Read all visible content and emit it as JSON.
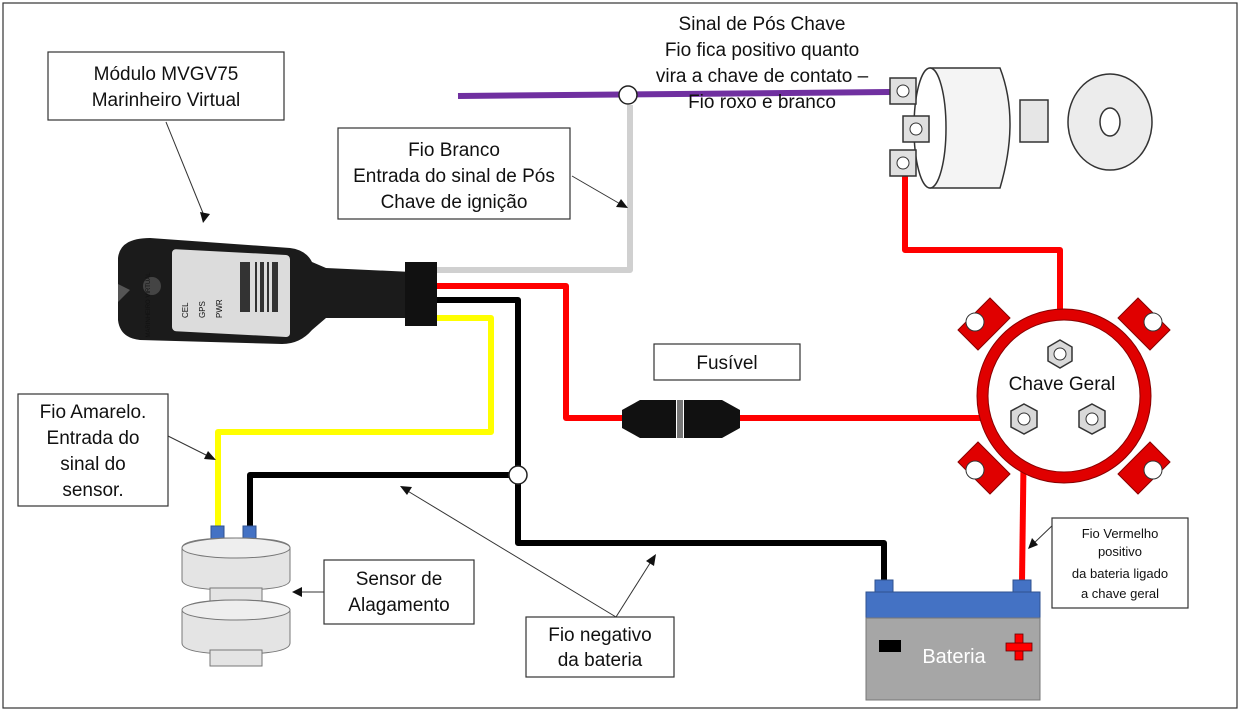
{
  "labels": {
    "module": [
      "Módulo MVGV75",
      "Marinheiro Virtual"
    ],
    "white_wire": [
      "Fio Branco",
      "Entrada do sinal de Pós",
      "Chave de ignição"
    ],
    "post_key": [
      "Sinal de Pós Chave",
      "Fio fica  positivo quanto",
      "vira a chave de contato –",
      "Fio roxo e branco"
    ],
    "fuse": "Fusível",
    "main_switch": "Chave Geral",
    "yellow_wire": [
      "Fio Amarelo.",
      "Entrada do",
      "sinal do",
      "sensor."
    ],
    "sensor": [
      "Sensor de",
      "Alagamento"
    ],
    "negative_wire": [
      "Fio negativo",
      "da bateria"
    ],
    "red_wire": [
      "Fio Vermelho",
      "positivo",
      "da bateria ligado",
      "a chave geral"
    ],
    "battery": "Bateria",
    "device_text": [
      "CEL",
      "GPS",
      "PWR"
    ],
    "device_brand": "MARINHEIRO VIRTUAL"
  },
  "colors": {
    "purple_wire": "#7030a0",
    "white_wire": "#d0d0d0",
    "red_wire": "#ff0000",
    "black_wire": "#000000",
    "yellow_wire": "#ffff00",
    "switch_red": "#e00000",
    "battery_blue": "#4472c4",
    "battery_grey": "#a6a6a6",
    "battery_plus": "#ff0000"
  }
}
